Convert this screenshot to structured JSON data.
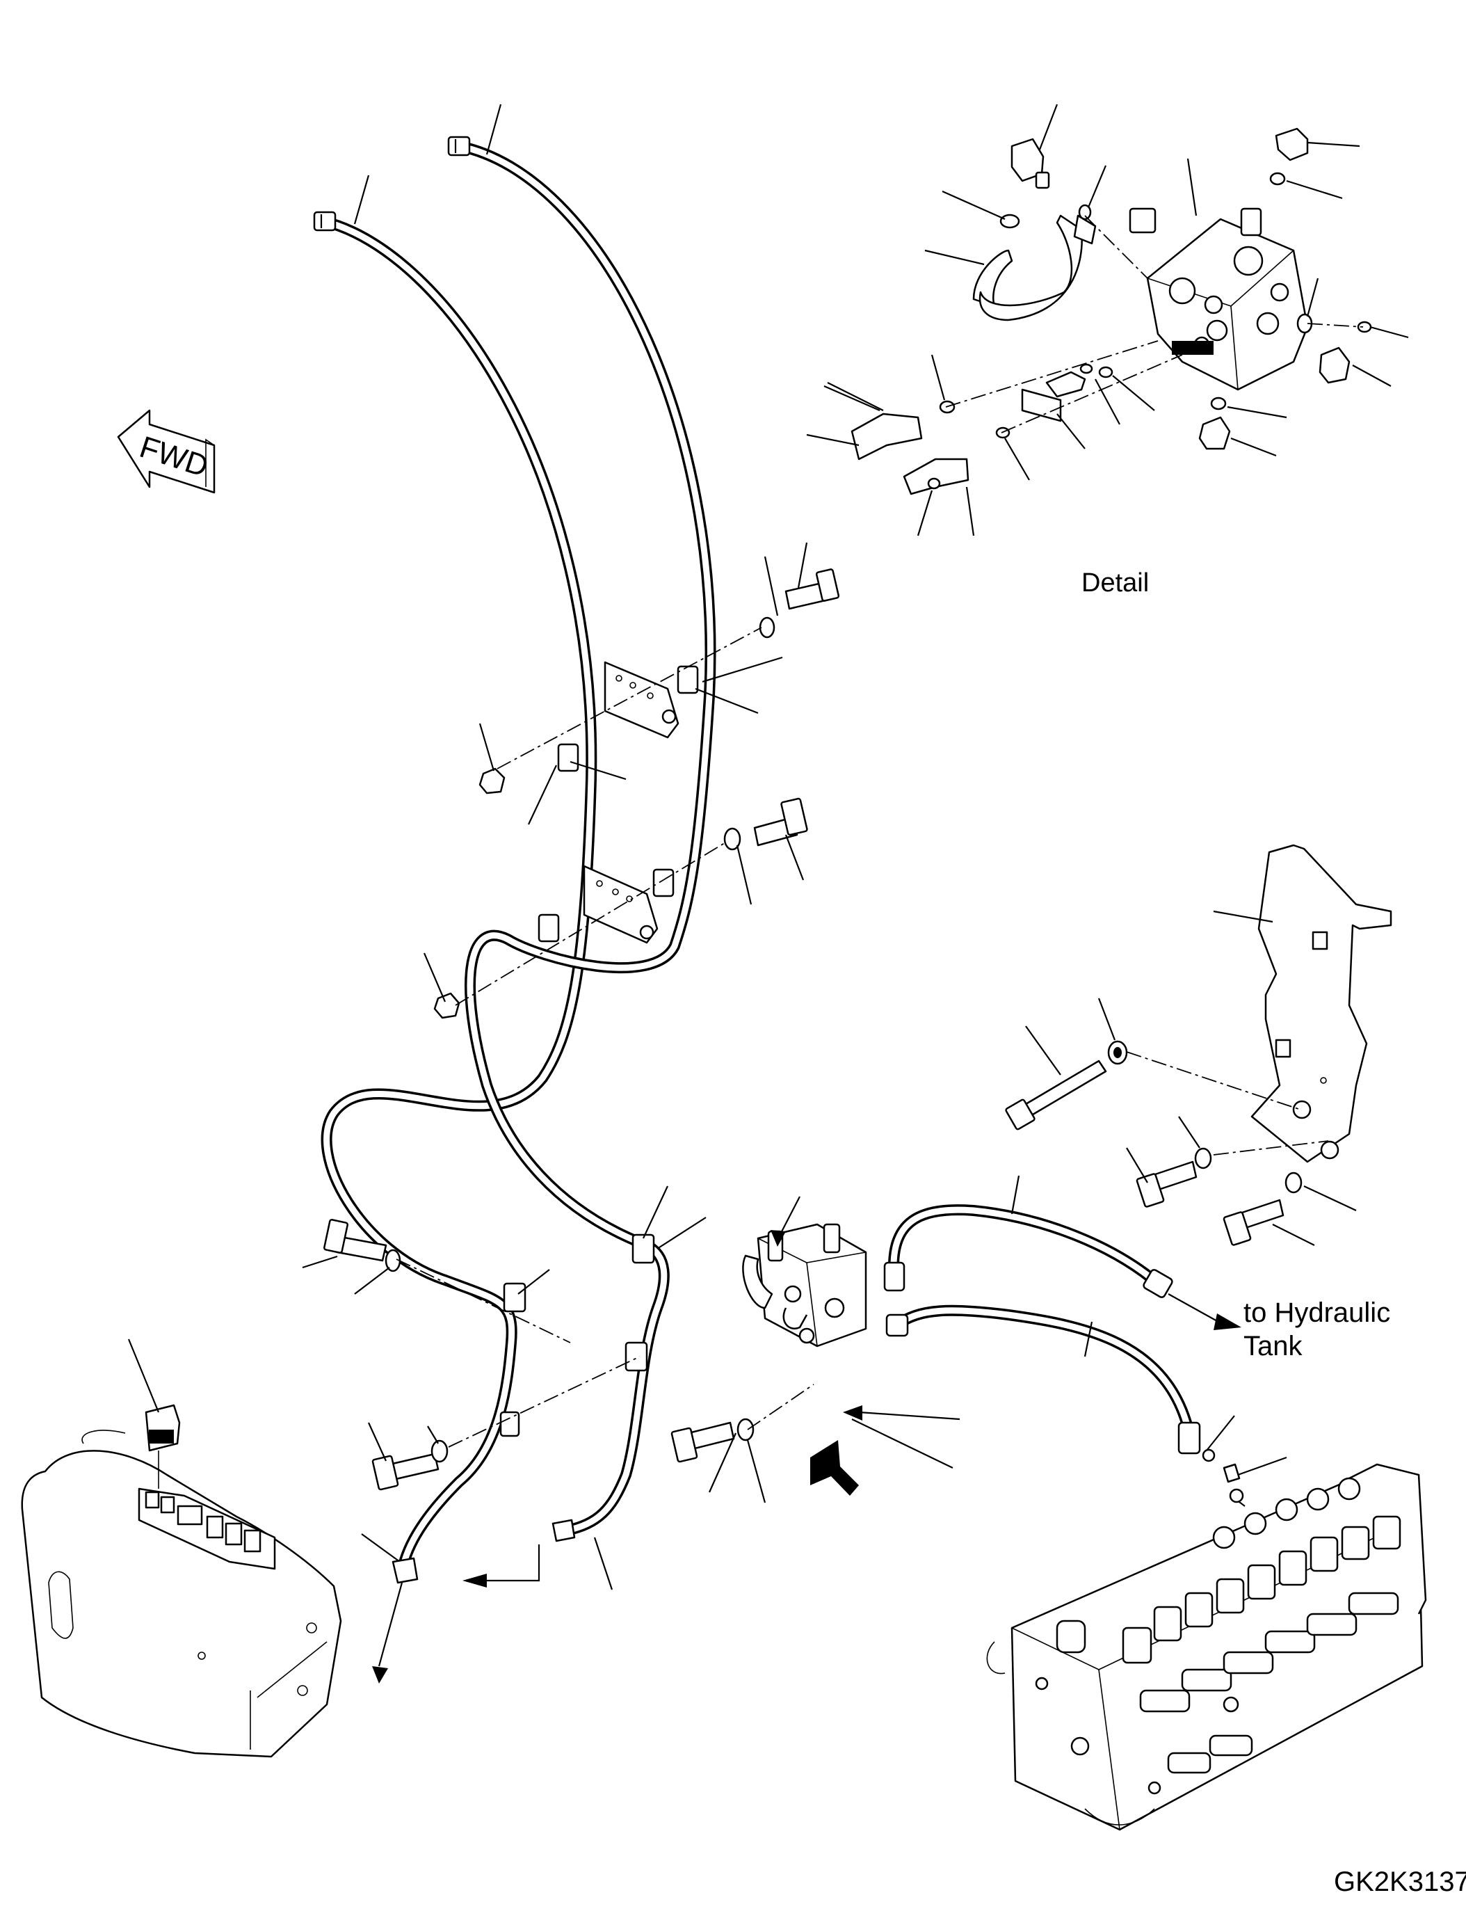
{
  "title": "",
  "labels": {
    "detail": "Detail",
    "hydraulic_tank_line1": "to Hydraulic",
    "hydraulic_tank_line2": "Tank",
    "fwd": "FWD",
    "drawing_code": "GK2K3137"
  },
  "icons": {
    "fwd_arrow": "fwd-arrow-icon",
    "flow_arrow": "bold-up-arrow-icon"
  }
}
